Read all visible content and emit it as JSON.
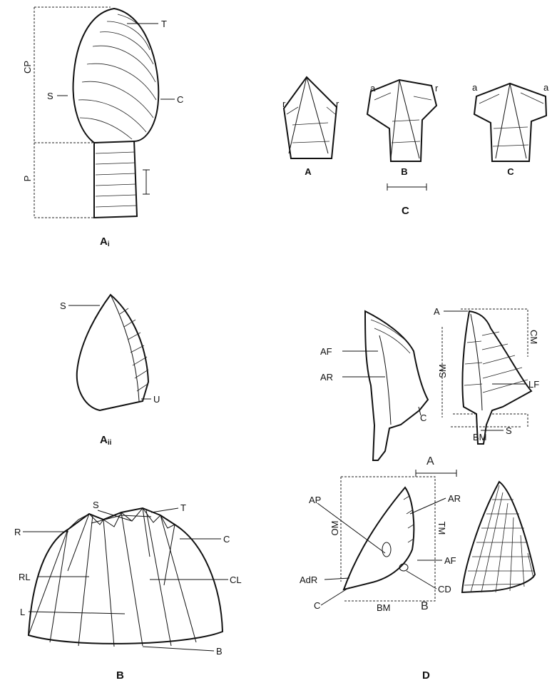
{
  "figure": {
    "panel_Ai": {
      "caption_main": "A",
      "caption_sub": "i",
      "labels": {
        "T": "T",
        "C": "C",
        "S": "S",
        "CP": "CP",
        "P": "P"
      }
    },
    "panel_Aii": {
      "caption_main": "A",
      "caption_sub": "ii",
      "labels": {
        "S": "S",
        "U": "U"
      }
    },
    "panel_B": {
      "caption": "B",
      "labels": {
        "S": "S",
        "T": "T",
        "R": "R",
        "C": "C",
        "RL": "RL",
        "CL": "CL",
        "L": "L",
        "B": "B"
      }
    },
    "panel_C": {
      "caption": "C",
      "views": [
        "A",
        "B",
        "C"
      ],
      "small_labels": {
        "r": "r",
        "a": "a"
      }
    },
    "panel_D": {
      "caption": "D",
      "subview_A": {
        "caption": "A",
        "labels": {
          "A": "A",
          "CM": "CM",
          "SM": "SM",
          "AF": "AF",
          "AR": "AR",
          "LF": "LF",
          "C": "C",
          "S": "S",
          "BM": "BM"
        }
      },
      "subview_B": {
        "caption": "B",
        "labels": {
          "AP": "AP",
          "AR": "AR",
          "OM": "OM",
          "TM": "TM",
          "AF": "AF",
          "AdR": "AdR",
          "CD": "CD",
          "C": "C",
          "BM": "BM"
        }
      }
    }
  }
}
